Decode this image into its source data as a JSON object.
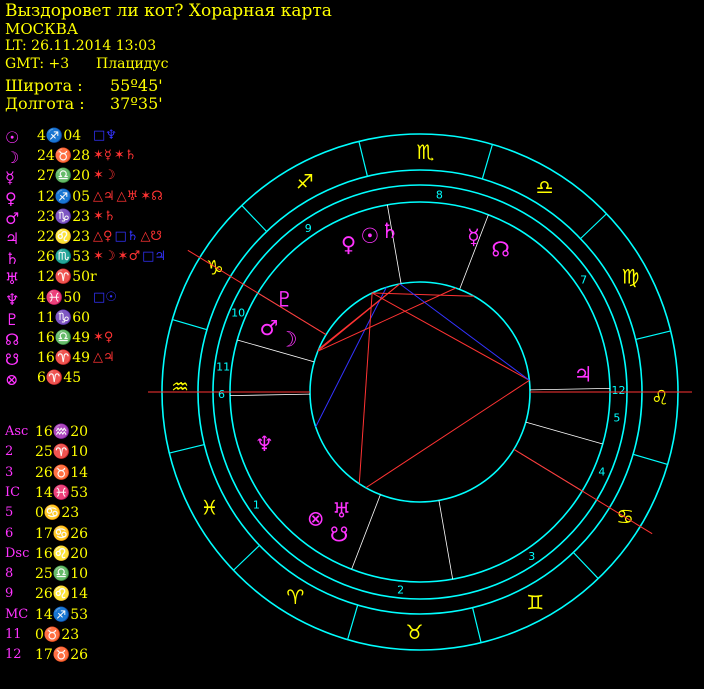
{
  "header": {
    "title": "Выздоровет ли кот? Хорарная карта",
    "city": "МОСКВА",
    "local_time": "LT: 26.11.2014  13:03",
    "gmt": "GMT: +3",
    "house_system": "Плацидус",
    "latitude_label": "Широта :",
    "latitude_value": "55º45'",
    "longitude_label": "Долгота :",
    "longitude_value": "37º35'"
  },
  "planets": [
    {
      "glyph": "☉",
      "pos": "4♐04",
      "aspects": [
        {
          "text": "□♆",
          "color": "#3333ff"
        }
      ]
    },
    {
      "glyph": "☽",
      "pos": "24♉28",
      "aspects": [
        {
          "text": "✶☿",
          "color": "#ff3333"
        },
        {
          "text": "✶♄",
          "color": "#ff3333"
        }
      ]
    },
    {
      "glyph": "☿",
      "pos": "27♎20",
      "aspects": [
        {
          "text": "✶☽",
          "color": "#ff3333"
        }
      ]
    },
    {
      "glyph": "♀",
      "pos": "12♐05",
      "aspects": [
        {
          "text": "△♃",
          "color": "#ff3333"
        },
        {
          "text": "△♅",
          "color": "#ff3333"
        },
        {
          "text": "✶☊",
          "color": "#ff3333"
        }
      ]
    },
    {
      "glyph": "♂",
      "pos": "23♑23",
      "aspects": [
        {
          "text": "✶♄",
          "color": "#ff3333"
        }
      ]
    },
    {
      "glyph": "♃",
      "pos": "22♌23",
      "aspects": [
        {
          "text": "△♀",
          "color": "#ff3333"
        },
        {
          "text": "□♄",
          "color": "#3333ff"
        },
        {
          "text": "△☋",
          "color": "#ff3333"
        }
      ]
    },
    {
      "glyph": "♄",
      "pos": "26♏53",
      "aspects": [
        {
          "text": "✶☽",
          "color": "#ff3333"
        },
        {
          "text": "✶♂",
          "color": "#ff3333"
        },
        {
          "text": "□♃",
          "color": "#3333ff"
        }
      ]
    },
    {
      "glyph": "♅",
      "pos": "12♈50r",
      "aspects": []
    },
    {
      "glyph": "♆",
      "pos": "4♓50",
      "aspects": [
        {
          "text": "□☉",
          "color": "#3333ff"
        }
      ]
    },
    {
      "glyph": "♇",
      "pos": "11♑60",
      "aspects": []
    },
    {
      "glyph": "☊",
      "pos": "16♎49",
      "aspects": [
        {
          "text": "✶♀",
          "color": "#ff3333"
        }
      ]
    },
    {
      "glyph": "☋",
      "pos": "16♈49",
      "aspects": [
        {
          "text": "△♃",
          "color": "#ff3333"
        }
      ]
    },
    {
      "glyph": "⊗",
      "pos": "6♈45",
      "aspects": []
    }
  ],
  "houses": [
    {
      "label": "Asc",
      "pos": "16♒20"
    },
    {
      "label": "2",
      "pos": "25♈10"
    },
    {
      "label": "3",
      "pos": "26♉14"
    },
    {
      "label": "IC",
      "pos": "14♓53"
    },
    {
      "label": "5",
      "pos": "0♋23"
    },
    {
      "label": "6",
      "pos": "17♋26"
    },
    {
      "label": "Dsc",
      "pos": "16♌20"
    },
    {
      "label": "8",
      "pos": "25♎10"
    },
    {
      "label": "9",
      "pos": "26♌14"
    },
    {
      "label": "MC",
      "pos": "14♐53"
    },
    {
      "label": "11",
      "pos": "0♉23"
    },
    {
      "label": "12",
      "pos": "17♉26"
    }
  ],
  "chart_data": {
    "type": "astrological-wheel",
    "asc_longitude": 316.3,
    "zodiac_signs": [
      {
        "glyph": "♈",
        "start": 0
      },
      {
        "glyph": "♉",
        "start": 30
      },
      {
        "glyph": "♊",
        "start": 60
      },
      {
        "glyph": "♋",
        "start": 90
      },
      {
        "glyph": "♌",
        "start": 120
      },
      {
        "glyph": "♍",
        "start": 150
      },
      {
        "glyph": "♎",
        "start": 180
      },
      {
        "glyph": "♏",
        "start": 210
      },
      {
        "glyph": "♐",
        "start": 240
      },
      {
        "glyph": "♑",
        "start": 270
      },
      {
        "glyph": "♒",
        "start": 300
      },
      {
        "glyph": "♓",
        "start": 330
      }
    ],
    "house_cusps": [
      316.3,
      25.2,
      56.2,
      104.9,
      120.4,
      137.4,
      136.3,
      205.2,
      236.2,
      284.9,
      300.4,
      317.4
    ],
    "house_numbers": [
      "1",
      "2",
      "3",
      "4",
      "5",
      "6",
      "7",
      "8",
      "9",
      "10",
      "11",
      "12"
    ],
    "planets": [
      {
        "glyph": "☉",
        "longitude": 244.1
      },
      {
        "glyph": "☽",
        "longitude": 294.5
      },
      {
        "glyph": "☿",
        "longitude": 207.3
      },
      {
        "glyph": "♀",
        "longitude": 252.1
      },
      {
        "glyph": "♂",
        "longitude": 293.4
      },
      {
        "glyph": "♃",
        "longitude": 142.4
      },
      {
        "glyph": "♄",
        "longitude": 236.9
      },
      {
        "glyph": "♅",
        "longitude": 12.8
      },
      {
        "glyph": "♆",
        "longitude": 334.8
      },
      {
        "glyph": "♇",
        "longitude": 282.0
      },
      {
        "glyph": "☊",
        "longitude": 196.8
      },
      {
        "glyph": "☋",
        "longitude": 16.8
      },
      {
        "glyph": "⊗",
        "longitude": 6.8
      }
    ],
    "aspect_lines": [
      {
        "from": 244.1,
        "to": 334.8,
        "color": "#3333ff"
      },
      {
        "from": 294.5,
        "to": 207.3,
        "color": "#ff3333"
      },
      {
        "from": 294.5,
        "to": 236.9,
        "color": "#ff3333"
      },
      {
        "from": 252.1,
        "to": 142.4,
        "color": "#ff3333"
      },
      {
        "from": 252.1,
        "to": 12.8,
        "color": "#ff3333"
      },
      {
        "from": 252.1,
        "to": 196.8,
        "color": "#ff3333"
      },
      {
        "from": 293.4,
        "to": 236.9,
        "color": "#ff3333"
      },
      {
        "from": 142.4,
        "to": 236.9,
        "color": "#3333ff"
      },
      {
        "from": 142.4,
        "to": 16.8,
        "color": "#ff3333"
      }
    ]
  },
  "colors": {
    "background": "#000000",
    "ring": "#00ffff",
    "text": "#ffff00",
    "planet": "#ff33ff",
    "axis": "#ff3333",
    "harmonious": "#ff3333",
    "tense": "#3333ff"
  }
}
